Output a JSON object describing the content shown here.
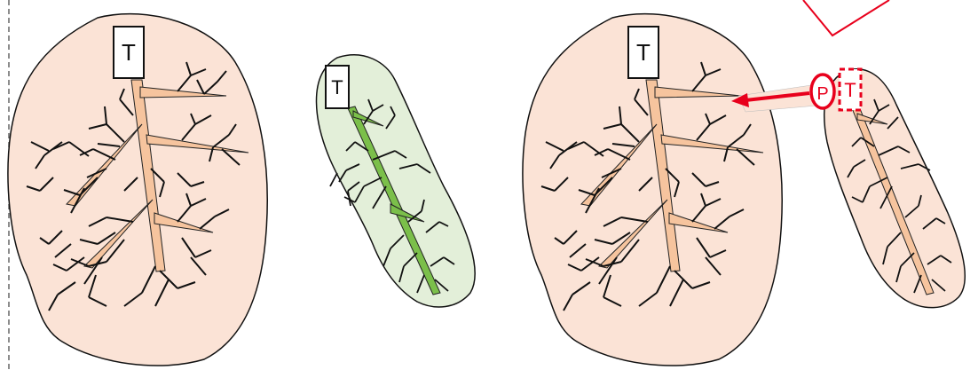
{
  "diagram": {
    "panels": [
      {
        "id": "left-host-tree",
        "tag": "T",
        "fill": "#fbe3d6",
        "trunk": "#f6c49e"
      },
      {
        "id": "middle-donor-tree",
        "tag": "T",
        "fill": "#e3efd9",
        "trunk": "#7bbf4a"
      },
      {
        "id": "right-host-tree",
        "tag": "T",
        "fill": "#fbe3d6",
        "trunk": "#f6c49e"
      },
      {
        "id": "right-source-tree",
        "tag": "T",
        "fill": "#fbe3d6",
        "trunk": "#f6c49e"
      }
    ],
    "link": {
      "marker": "P",
      "color": "#e8001c"
    }
  }
}
